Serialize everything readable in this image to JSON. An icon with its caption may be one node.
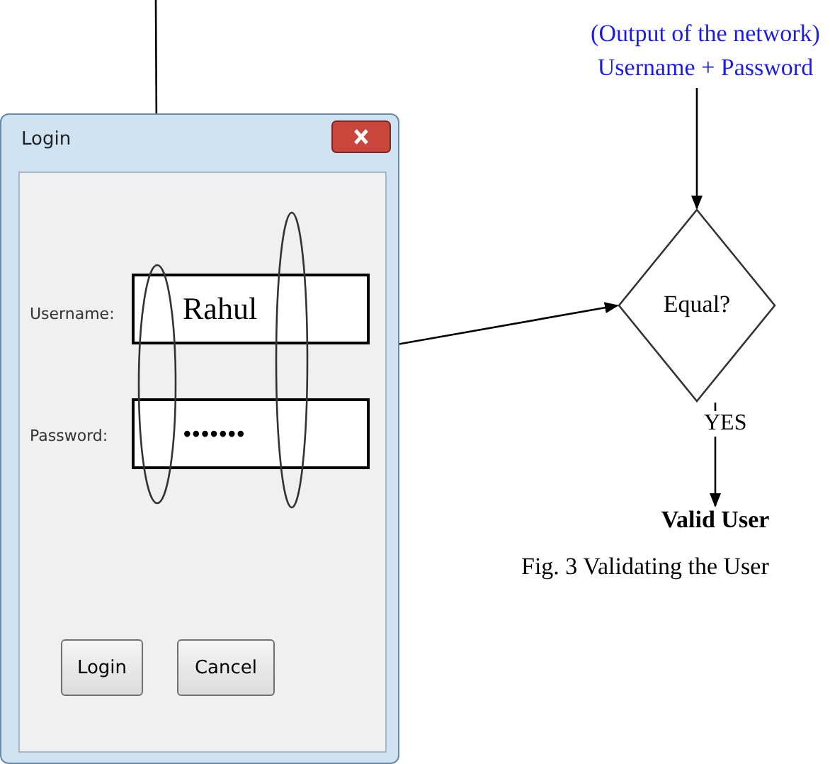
{
  "diagram": {
    "caption": "Fig. 3 Validating the User",
    "nodes": [
      {
        "text": [
          "Login"
        ]
      },
      {
        "text": [
          "Rahul"
        ],
        "in": 0
      },
      {
        "text": [
          "•••••••"
        ],
        "in": 0
      },
      {
        "text": [],
        "shape": "ellipse",
        "in": 0
      },
      {
        "text": [],
        "shape": "ellipse",
        "in": 0
      },
      {
        "text": [
          "Login"
        ],
        "in": 0
      },
      {
        "text": [
          "Cancel"
        ],
        "in": 0
      },
      {
        "text": [
          "(Output of the network) Username + Password"
        ]
      },
      {
        "text": [
          "Equal?"
        ]
      },
      {
        "text": [
          "Valid User"
        ]
      }
    ],
    "edges": [
      {
        "from": null,
        "to": 3,
        "arrow": "none"
      },
      {
        "from": 4,
        "to": 8,
        "arrow": "to"
      },
      {
        "from": 7,
        "to": 8,
        "arrow": "to"
      },
      {
        "from": 8,
        "to": 9,
        "arrow": "to",
        "label": "YES"
      }
    ],
    "labels": [
      "Username:",
      "Password:"
    ]
  }
}
